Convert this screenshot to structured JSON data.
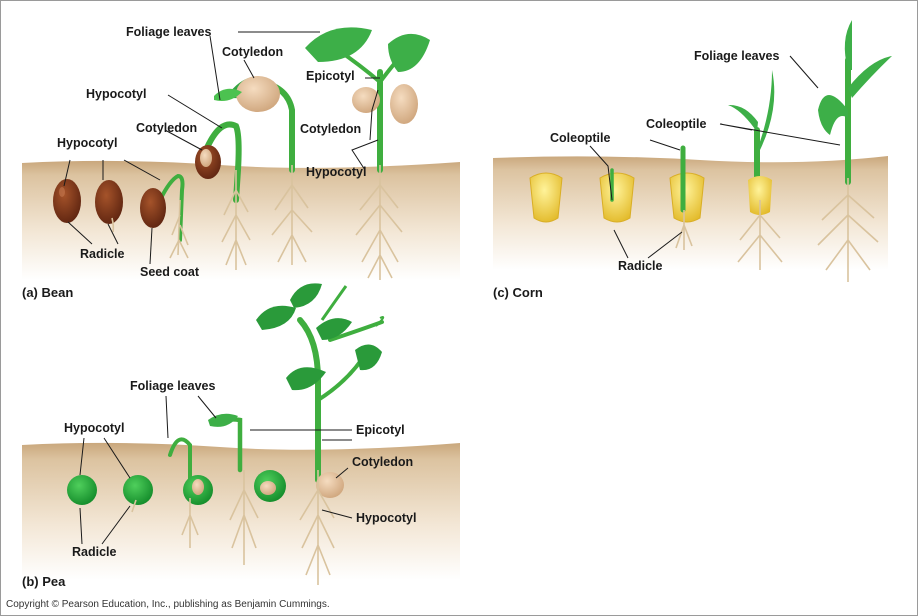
{
  "panels": {
    "bean": "(a) Bean",
    "pea": "(b) Pea",
    "corn": "(c) Corn"
  },
  "bean_labels": {
    "foliage_leaves": "Foliage leaves",
    "cotyledon_top": "Cotyledon",
    "epicotyl": "Epicotyl",
    "hypocotyl_upper": "Hypocotyl",
    "cotyledon_mid": "Cotyledon",
    "cotyledon_right": "Cotyledon",
    "hypocotyl_left": "Hypocotyl",
    "hypocotyl_right": "Hypocotyl",
    "radicle": "Radicle",
    "seed_coat": "Seed coat"
  },
  "pea_labels": {
    "foliage_leaves": "Foliage leaves",
    "hypocotyl": "Hypocotyl",
    "epicotyl": "Epicotyl",
    "cotyledon": "Cotyledon",
    "hypocotyl_right": "Hypocotyl",
    "radicle": "Radicle"
  },
  "corn_labels": {
    "foliage_leaves": "Foliage leaves",
    "coleoptile_left": "Coleoptile",
    "coleoptile_right": "Coleoptile",
    "radicle": "Radicle"
  },
  "copyright": "Copyright © Pearson Education, Inc., publishing as Benjamin Cummings.",
  "colors": {
    "soil_top": "#f3e4cf",
    "soil_band": "#d8bd97",
    "bean_seed": "#7a3418",
    "leaf": "#2f9e3f",
    "pea_seed": "#22a33a",
    "corn_kernel": "#f2d03a",
    "root": "#d9c39e"
  }
}
